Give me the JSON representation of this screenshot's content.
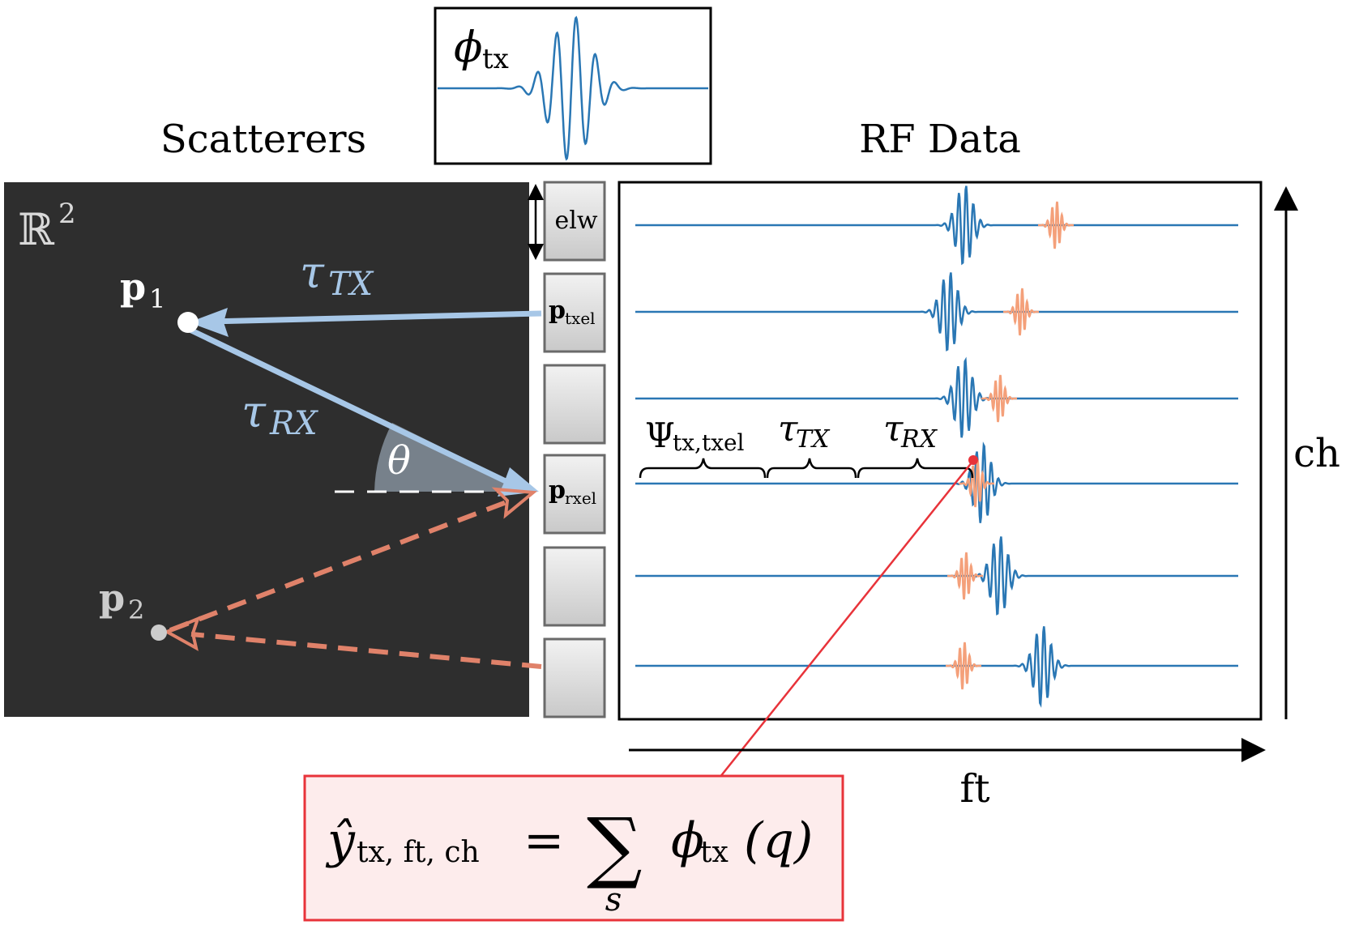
{
  "titles": {
    "scatterers": "Scatterers",
    "rf_data": "RF Data"
  },
  "pulse_panel": {
    "symbol": "ϕ",
    "subscript": "tx"
  },
  "space_label": {
    "base": "ℝ",
    "power": "2"
  },
  "points": {
    "p1": {
      "base": "p",
      "sub": "1"
    },
    "p2": {
      "base": "p",
      "sub": "2"
    }
  },
  "delays": {
    "tau_tx": {
      "base": "τ",
      "sub": "TX"
    },
    "tau_rx": {
      "base": "τ",
      "sub": "RX"
    },
    "theta": "θ"
  },
  "elements": {
    "elw": "elw",
    "p_txel": {
      "base": "p",
      "sub": "txel"
    },
    "p_rxel": {
      "base": "p",
      "sub": "rxel"
    }
  },
  "rf_annotations": {
    "psi": {
      "base": "Ψ",
      "sub": "tx,txel"
    },
    "tau_tx": {
      "base": "τ",
      "sub": "TX"
    },
    "tau_rx": {
      "base": "τ",
      "sub": "RX"
    }
  },
  "axes": {
    "x_label": "ft",
    "y_label": "ch"
  },
  "equation": {
    "lhs_base": "ŷ",
    "lhs_sub": "tx, ft, ch",
    "equals": "=",
    "sum": "∑",
    "sum_index": "s",
    "rhs_base": "ϕ",
    "rhs_sub": "tx",
    "rhs_arg": "(q)"
  },
  "colors": {
    "background_dark": "#2e2e2e",
    "trace_blue": "#2a77b4",
    "echo_orange": "#f4a07a",
    "ray_light_blue": "#a7c7e7",
    "ray_orange": "#e0826a",
    "highlight_red": "#e8333a",
    "equation_bg": "#fdecec",
    "element_gray": "#d6d6d6"
  }
}
